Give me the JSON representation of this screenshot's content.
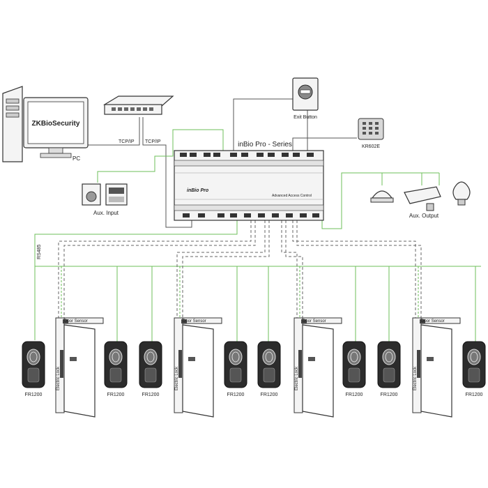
{
  "pc": {
    "software_label": "ZKBioSecurity",
    "caption": "PC"
  },
  "links": {
    "tcpip_1": "TCP/IP",
    "tcpip_2": "TCP/IP",
    "rs485": "RS485"
  },
  "controller": {
    "series_title": "inBio Pro - Series",
    "logo": "inBio Pro",
    "subtitle": "Advanced Access Control"
  },
  "exit_button": {
    "label": "Exit Button"
  },
  "keypad": {
    "label": "KR602E"
  },
  "aux_input": {
    "label": "Aux. Input"
  },
  "aux_output": {
    "label": "Aux. Output"
  },
  "doors": [
    {
      "sensor_label": "Door Sensor",
      "lock_label": "Electric Lock"
    },
    {
      "sensor_label": "Door Sensor",
      "lock_label": "Electric Lock"
    },
    {
      "sensor_label": "Door Sensor",
      "lock_label": "Electric Lock"
    },
    {
      "sensor_label": "Door Sensor",
      "lock_label": "Electric Lock"
    }
  ],
  "readers": [
    {
      "label": "FR1200"
    },
    {
      "label": "FR1200"
    },
    {
      "label": "FR1200"
    },
    {
      "label": "FR1200"
    },
    {
      "label": "FR1200"
    },
    {
      "label": "FR1200"
    },
    {
      "label": "FR1200"
    },
    {
      "label": "FR1200"
    }
  ],
  "colors": {
    "green_wire": "#6cbf5a",
    "dark_device": "#2c2c2c",
    "outline": "#333333"
  }
}
